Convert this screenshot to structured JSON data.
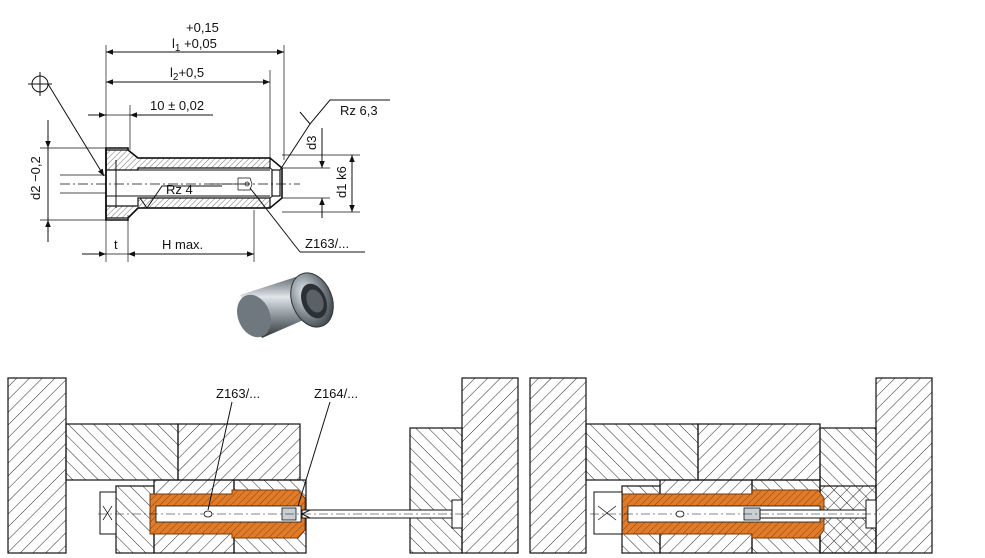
{
  "labels": {
    "tol_upper": "+0,15",
    "l1": "l",
    "l1_sub": "1",
    "tol_lower": "+0,05",
    "l2": "l",
    "l2_sub": "2",
    "l2_tol": "+0,5",
    "ten": "10 ± 0,02",
    "rz63": "Rz 6,3",
    "d3": "d3",
    "d1k6": "d1 k6",
    "d2": "d2 −0,2",
    "rz4": "Rz  4",
    "t": "t",
    "hmax": "H max.",
    "z163": "Z163/...",
    "bot_z163": "Z163/...",
    "bot_z164": "Z164/..."
  },
  "colors": {
    "orange": "#e07b2a",
    "orange_light": "#f2b07a",
    "steel": "#b9c3c9",
    "hatch": "#ffffff",
    "line": "#111111"
  }
}
